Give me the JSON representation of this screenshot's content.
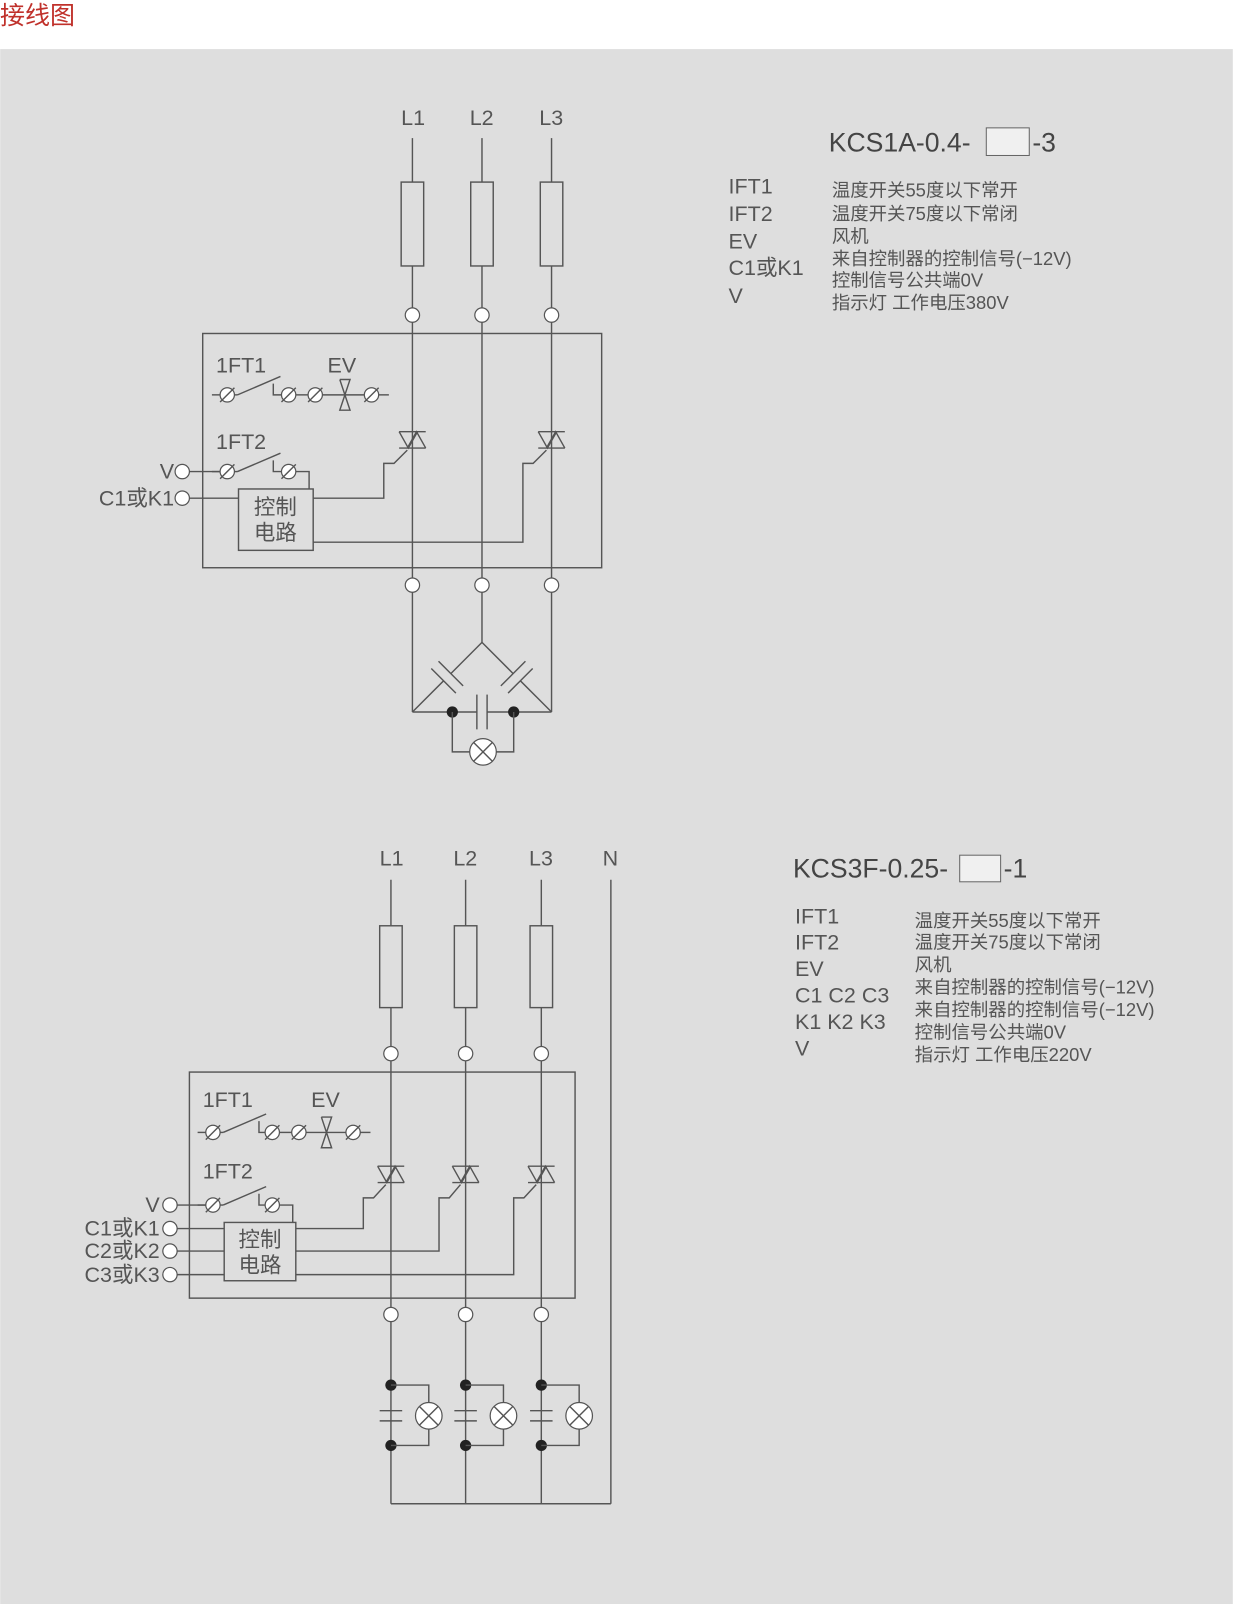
{
  "header": {
    "title": "接线图"
  },
  "diagram1": {
    "model_prefix": "KCS1A-0.4-",
    "model_suffix": "-3",
    "phases": [
      "L1",
      "L2",
      "L3"
    ],
    "switch1": "1FT1",
    "switch2": "1FT2",
    "fan": "EV",
    "inputs": [
      "V",
      "C1或K1"
    ],
    "control_box": [
      "控制",
      "电路"
    ],
    "legend_keys": [
      "IFT1",
      "IFT2",
      "EV",
      "C1或K1",
      "V"
    ],
    "legend_desc": [
      "温度开关55度以下常开",
      "温度开关75度以下常闭",
      "风机",
      "来自控制器的控制信号(−12V)",
      "控制信号公共端0V",
      "指示灯 工作电压380V"
    ]
  },
  "diagram2": {
    "model_prefix": "KCS3F-0.25-",
    "model_suffix": "-1",
    "phases": [
      "L1",
      "L2",
      "L3",
      "N"
    ],
    "switch1": "1FT1",
    "switch2": "1FT2",
    "fan": "EV",
    "inputs": [
      "V",
      "C1或K1",
      "C2或K2",
      "C3或K3"
    ],
    "control_box": [
      "控制",
      "电路"
    ],
    "legend_keys": [
      "IFT1",
      "IFT2",
      "EV",
      "C1 C2 C3",
      "K1 K2 K3",
      "V"
    ],
    "legend_desc": [
      "温度开关55度以下常开",
      "温度开关75度以下常闭",
      "风机",
      "来自控制器的控制信号(−12V)",
      "来自控制器的控制信号(−12V)",
      "控制信号公共端0V",
      "指示灯 工作电压220V"
    ]
  }
}
